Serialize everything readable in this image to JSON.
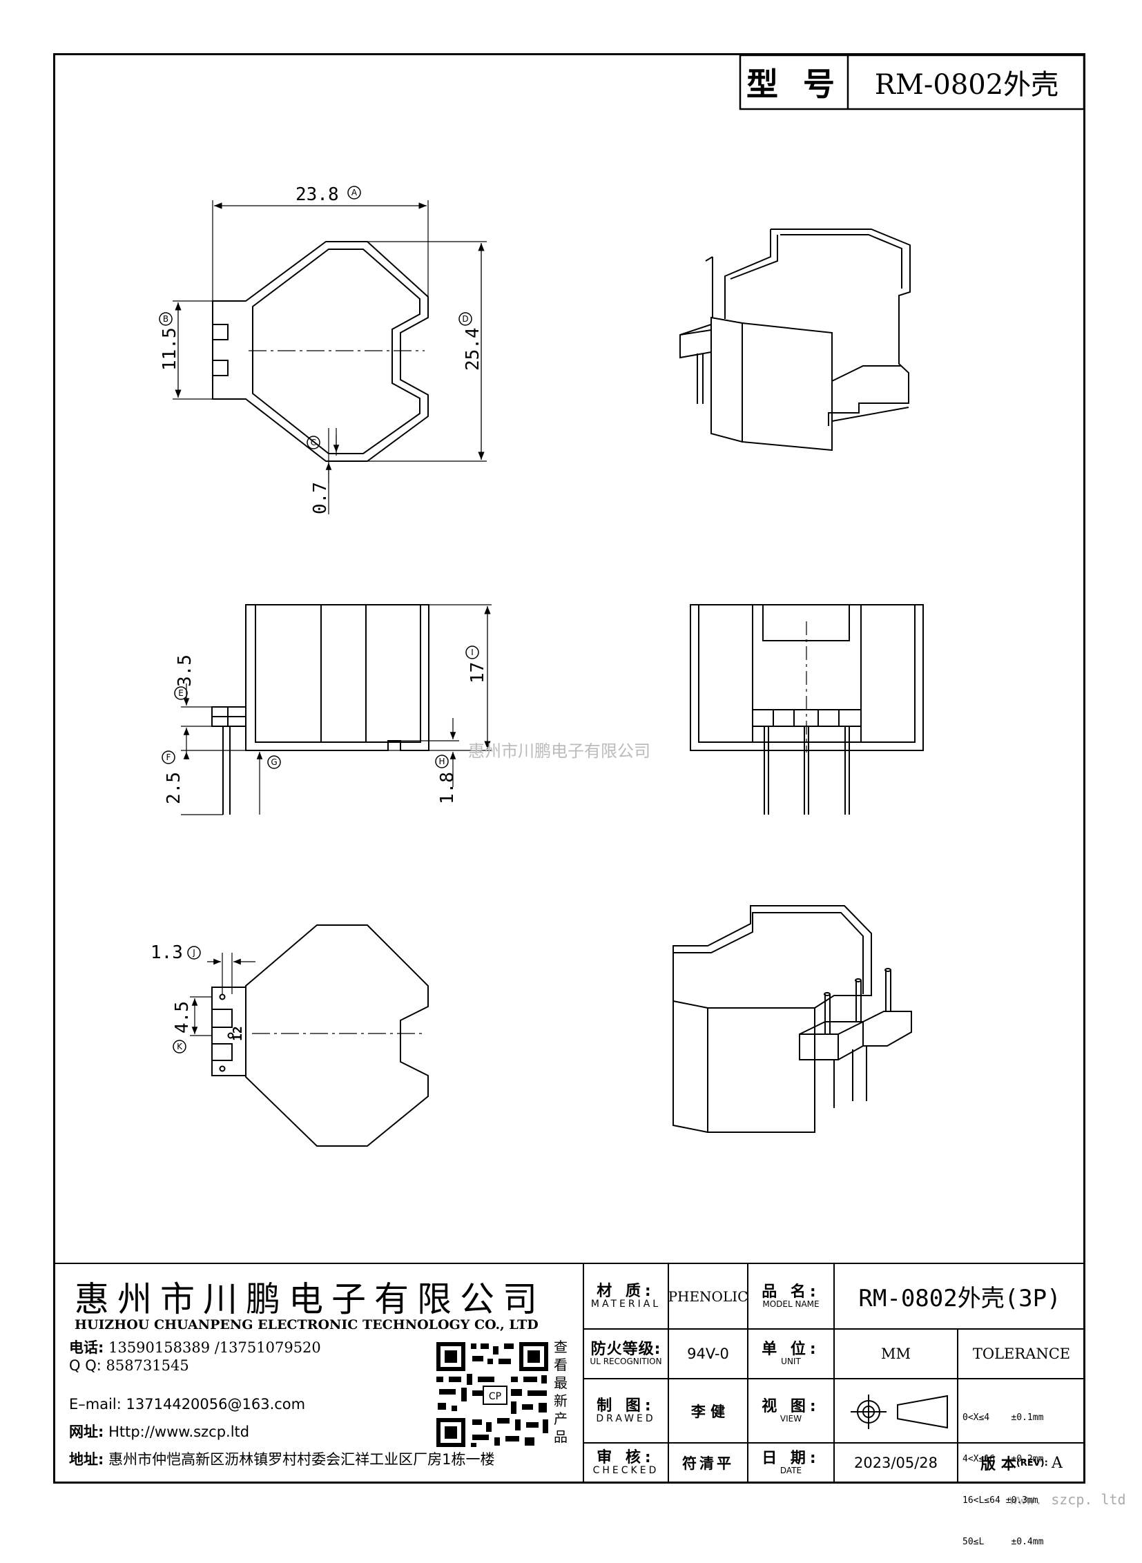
{
  "model_box": {
    "label": "型 号",
    "value": "RM-0802外壳"
  },
  "dimensions": {
    "top_width": "23.8",
    "top_width_tag": "A",
    "left_height": "11.5",
    "left_height_tag": "B",
    "right_height": "25.4",
    "right_height_tag": "D",
    "wall": "0.7",
    "wall_tag": "C",
    "pin_step": "3.5",
    "pin_step_tag": "E",
    "total_height": "17",
    "total_height_tag": "I",
    "pin_length": "2.5",
    "pin_length_tag": "F",
    "g_tag": "G",
    "h_dim": "1.8",
    "h_tag": "H",
    "pitch_small": "1.3",
    "pitch_small_tag": "J",
    "pitch": "4.5",
    "pitch_tag": "K",
    "pin_numbers": "12"
  },
  "watermark_center": "惠州市川鹏电子有限公司",
  "watermark_footer": "www. szcp. ltd",
  "company": {
    "name_cn": "惠州市川鹏电子有限公司",
    "name_en": "HUIZHOU CHUANPENG ELECTRONIC TECHNOLOGY CO., LTD",
    "phone_label": "电话:",
    "phone": "13590158389 /13751079520",
    "qq_label": "Q Q:",
    "qq": "858731545",
    "email_label": "E–mail:",
    "email": "13714420056@163.com",
    "web_label": "网址:",
    "web": "Http://www.szcp.ltd",
    "address_label": "地址:",
    "address": "惠州市仲恺高新区沥林镇罗村村委会汇祥工业区厂房1栋一楼",
    "qr_caption": "查看最新产品"
  },
  "title_block": {
    "material_cn": "材 质:",
    "material_en": "MATERIAL",
    "material_value": "PHENOLIC",
    "model_cn": "品 名:",
    "model_en": "MODEL NAME",
    "model_value": "RM-0802外壳(3P)",
    "flame_cn": "防火等级:",
    "flame_en": "UL RECOGNITION",
    "flame_value": "94V-0",
    "unit_cn": "单 位:",
    "unit_en": "UNIT",
    "unit_value": "MM",
    "tolerance_label": "TOLERANCE",
    "drawn_cn": "制 图:",
    "drawn_en": "DRAWED",
    "drawn_value": "李 健",
    "view_cn": "视 图:",
    "view_en": "VIEW",
    "tolerances": [
      "0<X≤4    ±0.1mm",
      "4<X≤16   ±0.2mm",
      "16<L≤64 ±0.3mm",
      "50≤L     ±0.4mm"
    ],
    "checked_cn": "审 核:",
    "checked_en": "CHECKED",
    "checked_value": "符清平",
    "date_cn": "日 期:",
    "date_en": "DATE",
    "date_value": "2023/05/28",
    "rev_cn": "版 本",
    "rev_en": "(REV):",
    "rev_value": "A"
  }
}
